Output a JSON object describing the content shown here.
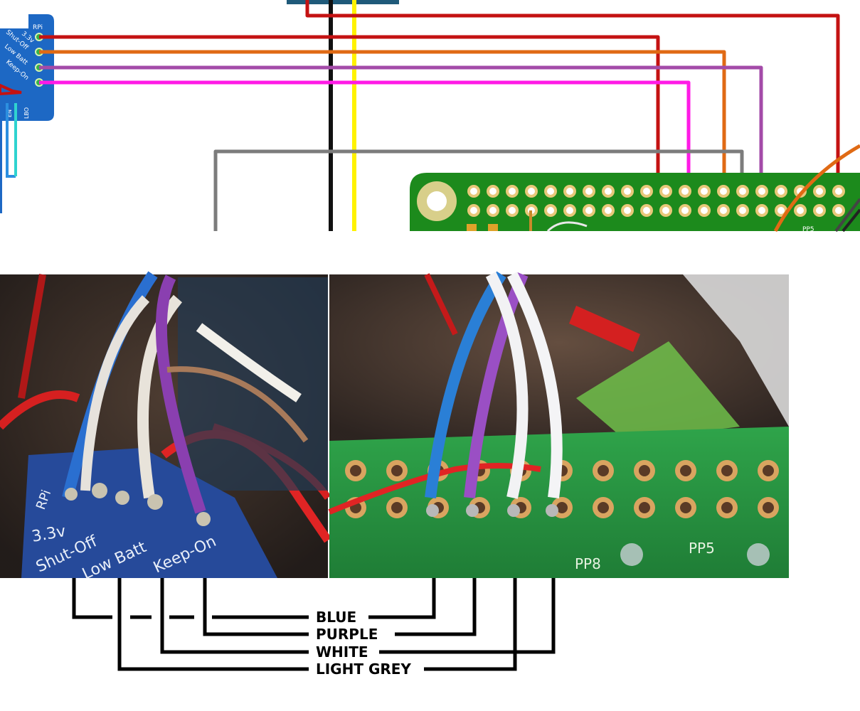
{
  "board_labels": {
    "header": "RPi",
    "pins": [
      "3.3v",
      "Shut-Off",
      "Low Batt",
      "Keep-On"
    ],
    "bottom_pins": [
      "EN",
      "LBO"
    ],
    "pp5": "PP5"
  },
  "photo_labels": {
    "left_silk": [
      "RPi",
      "3.3v",
      "Shut-Off",
      "Low Batt",
      "Keep-On"
    ],
    "right_silk": [
      "PP8",
      "PP5"
    ]
  },
  "legend": {
    "blue": "BLUE",
    "purple": "PURPLE",
    "white": "WHITE",
    "light_grey": "LIGHT GREY"
  },
  "colors": {
    "red": "#c41212",
    "orange": "#e06a14",
    "purple": "#a34ba8",
    "magenta": "#ff1ae6",
    "grey": "#7c7c7c",
    "yellow": "#fff200",
    "black": "#111111",
    "board_blue": "#1d68c4",
    "pi_green": "#1c8a1c"
  }
}
